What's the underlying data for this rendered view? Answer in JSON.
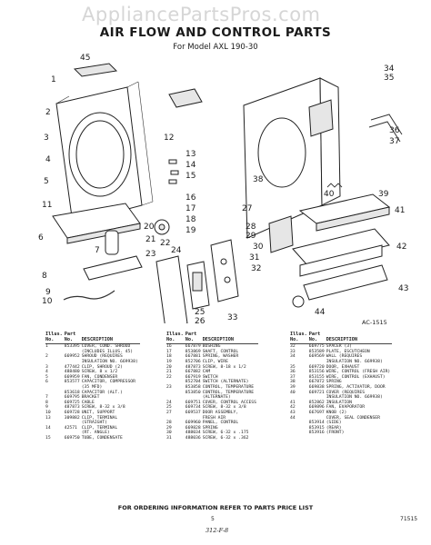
{
  "watermark": "AppliancePartsPros.com",
  "title": "AIR FLOW AND CONTROL PARTS",
  "subtitle": "For Model AXL 190-30",
  "figure_code": "AC-1515",
  "callouts": [
    "1",
    "2",
    "3",
    "4",
    "5",
    "6",
    "7",
    "8",
    "9",
    "10",
    "11",
    "12",
    "13",
    "14",
    "15",
    "16",
    "17",
    "18",
    "19",
    "20",
    "21",
    "22",
    "23",
    "24",
    "25",
    "26",
    "27",
    "28",
    "29",
    "30",
    "31",
    "32",
    "33",
    "34",
    "35",
    "36",
    "37",
    "38",
    "39",
    "40",
    "41",
    "42",
    "43",
    "44",
    "45"
  ],
  "table": {
    "header": {
      "illus": "Illus.",
      "no": "No.",
      "part": "Part",
      "part_no": "No.",
      "description": "DESCRIPTION"
    },
    "columns": [
      [
        {
          "illus": "1",
          "part": "853395",
          "desc": "COVER, COND. SHROUD\n(INCLUDES ILLUS. 45)"
        },
        {
          "illus": "2",
          "part": "669952",
          "desc": "SHROUD (REQUIRES\nINSULATION NO. 669938)"
        },
        {
          "illus": "3",
          "part": "477442",
          "desc": "CLIP, SHROUD (2)"
        },
        {
          "illus": "4",
          "part": "488480",
          "desc": "SCREW, 8 x 1/2"
        },
        {
          "illus": "5",
          "part": "669959",
          "desc": "FAN, CONDENSER"
        },
        {
          "illus": "6",
          "part": "853577",
          "desc": "CAPACITOR, COMPRESSOR\n(35 MFD)"
        },
        {
          "illus": "",
          "part": "853618",
          "desc": "CAPACITOR (ALT.)"
        },
        {
          "illus": "7",
          "part": "669795",
          "desc": "BRACKET"
        },
        {
          "illus": "8",
          "part": "669725",
          "desc": "CABLE"
        },
        {
          "illus": "9",
          "part": "487873",
          "desc": "SCREW, 8-32 x 3/8"
        },
        {
          "illus": "10",
          "part": "669728",
          "desc": "UNIT, SUPPORT"
        },
        {
          "illus": "13",
          "part": "309882",
          "desc": "CLIP, TERMINAL\n(STRAIGHT)"
        },
        {
          "illus": "14",
          "part": "42571",
          "desc": "CLIP, TERMINAL\n(RT. ANGLE)"
        },
        {
          "illus": "15",
          "part": "669750",
          "desc": "TUBE, CONDENSATE"
        }
      ],
      [
        {
          "illus": "16",
          "part": "667879",
          "desc": "BUSHING"
        },
        {
          "illus": "17",
          "part": "853869",
          "desc": "SHAFT, CONTROL"
        },
        {
          "illus": "18",
          "part": "667881",
          "desc": "SPRING, WASHER"
        },
        {
          "illus": "19",
          "part": "852706",
          "desc": "CLIP, WIRE"
        },
        {
          "illus": "20",
          "part": "487873",
          "desc": "SCREW, 8-18 x 1/2"
        },
        {
          "illus": "21",
          "part": "667882",
          "desc": "CAM"
        },
        {
          "illus": "22",
          "part": "667919",
          "desc": "SWITCH"
        },
        {
          "illus": "",
          "part": "852704",
          "desc": "SWITCH (ALTERNATE)"
        },
        {
          "illus": "23",
          "part": "853858",
          "desc": "CONTROL, TEMPERATURE"
        },
        {
          "illus": "",
          "part": "853850",
          "desc": "CONTROL, TEMPERATURE\n(ALTERNATE)"
        },
        {
          "illus": "24",
          "part": "669751",
          "desc": "COVER, CONTROL ACCESS"
        },
        {
          "illus": "25",
          "part": "669734",
          "desc": "SCREW, 8-32 x 3/8"
        },
        {
          "illus": "27",
          "part": "669537",
          "desc": "DOOR ASSEMBLY,\nFRESH AIR"
        },
        {
          "illus": "28",
          "part": "669960",
          "desc": "PANEL, CONTROL"
        },
        {
          "illus": "29",
          "part": "669828",
          "desc": "SPRING"
        },
        {
          "illus": "30",
          "part": "488034",
          "desc": "SCREW, 6-32 x .175"
        },
        {
          "illus": "31",
          "part": "488036",
          "desc": "SCREW, 6-32 x .362"
        }
      ],
      [
        {
          "illus": "32",
          "part": "669775",
          "desc": "SPACER (3)"
        },
        {
          "illus": "33",
          "part": "853589",
          "desc": "PLATE, ESCUTCHEON"
        },
        {
          "illus": "34",
          "part": "669569",
          "desc": "WALL (REQUIRES\nINSULATION NO. 669938)"
        },
        {
          "illus": "35",
          "part": "669720",
          "desc": "DOOR, EXHAUST"
        },
        {
          "illus": "36",
          "part": "853156",
          "desc": "WIRE, CONTROL (FRESH AIR)"
        },
        {
          "illus": "37",
          "part": "853155",
          "desc": "WIRE, CONTROL (EXHAUST)"
        },
        {
          "illus": "38",
          "part": "667872",
          "desc": "SPRING"
        },
        {
          "illus": "39",
          "part": "669838",
          "desc": "SPRING, ACTIVATOR, DOOR"
        },
        {
          "illus": "40",
          "part": "669721",
          "desc": "COVER (REQUIRES\nINSULATION NO. 669938)"
        },
        {
          "illus": "41",
          "part": "852862",
          "desc": "INSULATION"
        },
        {
          "illus": "42",
          "part": "669896",
          "desc": "FAN, EVAPORATOR"
        },
        {
          "illus": "43",
          "part": "667697",
          "desc": "KNOB (2)"
        },
        {
          "illus": "44",
          "part": "",
          "desc": "COVER, SEAL CONDENSER"
        },
        {
          "illus": "",
          "part": "853914",
          "desc": "(SIDE)"
        },
        {
          "illus": "",
          "part": "853915",
          "desc": "(REAR)"
        },
        {
          "illus": "",
          "part": "853916",
          "desc": "(FRONT)"
        }
      ]
    ]
  },
  "footer": "FOR ORDERING INFORMATION REFER TO PARTS PRICE LIST",
  "page_number": "5",
  "code": "312-F-8",
  "ref": "71515"
}
